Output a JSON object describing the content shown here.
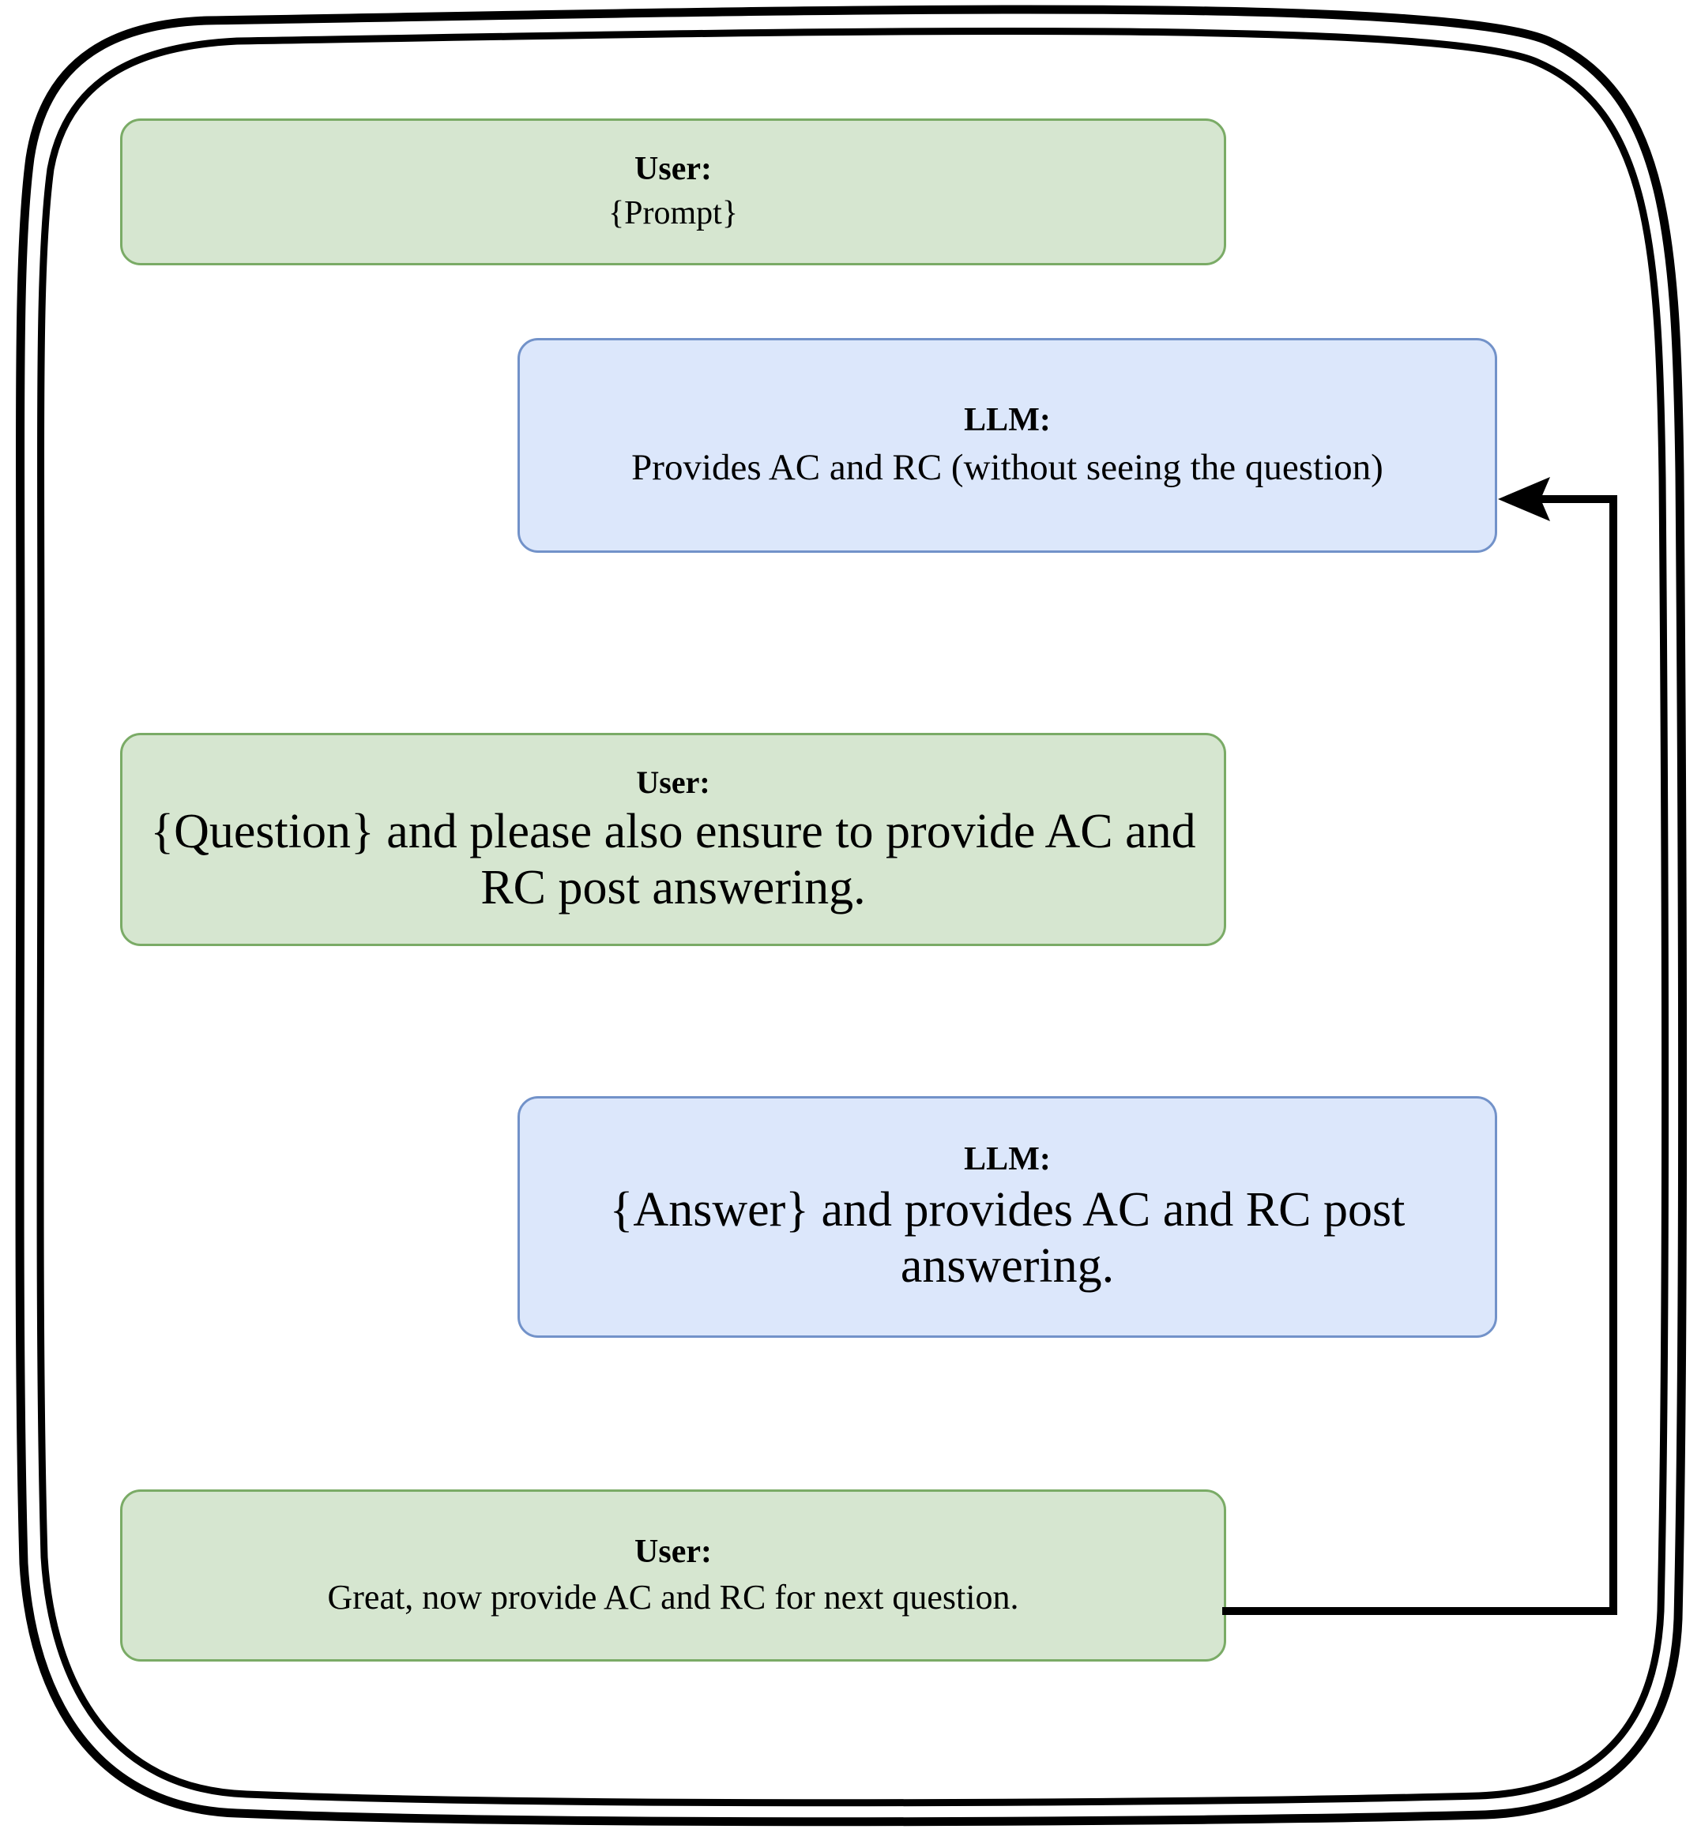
{
  "diagram": {
    "title_visible": false,
    "colors": {
      "user_fill": "#d6e6d0",
      "user_border": "#7aab66",
      "llm_fill": "#dce7fb",
      "llm_border": "#7292c9",
      "outline": "#000000",
      "background": "#ffffff"
    },
    "outer_container": {
      "style": "hand-drawn rounded rectangle, double stroke"
    },
    "messages": [
      {
        "id": "user-prompt",
        "role": "user",
        "speaker": "User:",
        "text": "{Prompt}"
      },
      {
        "id": "llm-acrc",
        "role": "llm",
        "speaker": "LLM:",
        "text": "Provides AC and RC (without seeing the question)"
      },
      {
        "id": "user-question",
        "role": "user",
        "speaker": "User:",
        "text": "{Question} and please also ensure to provide AC and RC post answering."
      },
      {
        "id": "llm-answer",
        "role": "llm",
        "speaker": "LLM:",
        "text": "{Answer} and provides AC and RC post answering."
      },
      {
        "id": "user-next",
        "role": "user",
        "speaker": "User:",
        "text": "Great, now provide AC and RC for next question."
      }
    ],
    "connector": {
      "name": "feedback-loop-arrow",
      "from": "user-next",
      "to": "llm-acrc",
      "direction": "right-then-up-then-left",
      "arrowhead": "left",
      "label": ""
    }
  }
}
